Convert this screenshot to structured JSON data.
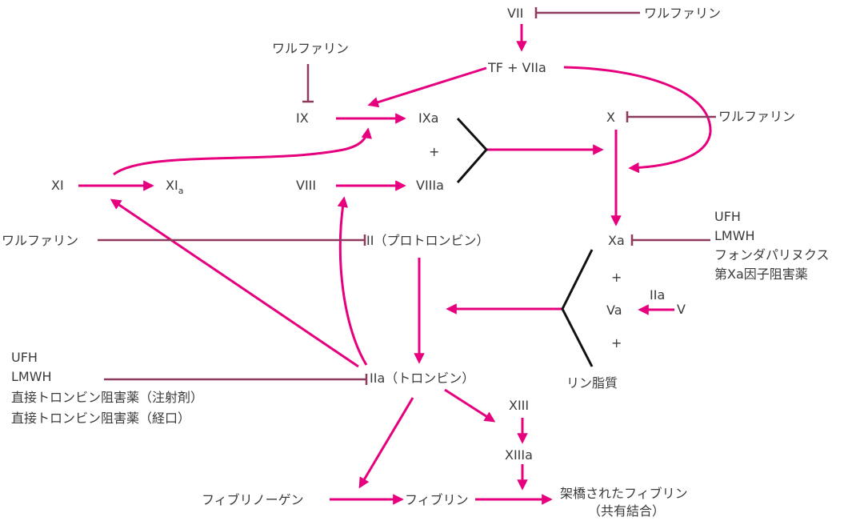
{
  "nodes": {
    "VII": "VII",
    "TF_VIIa": "TF + VIIa",
    "IX": "IX",
    "IXa": "IXa",
    "plus1": "+",
    "VIIIa": "VIIIa",
    "VIII": "VIII",
    "X": "X",
    "XI": "XI",
    "XIa_main": "XI",
    "XIa_sub": "a",
    "prothrombin": "II（プロトロンビン）",
    "Xa": "Xa",
    "plus2": "+",
    "Va": "Va",
    "IIa_small": "IIa",
    "V": "V",
    "plus3": "+",
    "phospholipid": "リン脂質",
    "thrombin": "IIa（トロンビン）",
    "XIII": "XIII",
    "XIIIa": "XIIIa",
    "fibrinogen": "フィブリノーゲン",
    "fibrin": "フィブリン",
    "crosslinked_1": "架橋されたフィブリン",
    "crosslinked_2": "（共有結合）"
  },
  "inhibitors": {
    "warfarin_VII": "ワルファリン",
    "warfarin_IX": "ワルファリン",
    "warfarin_X": "ワルファリン",
    "warfarin_II": "ワルファリン",
    "xa_inhibitors": [
      "UFH",
      "LMWH",
      "フォンダパリヌクス",
      "第Xa因子阻害薬"
    ],
    "thrombin_inhibitors": [
      "UFH",
      "LMWH",
      "直接トロンビン阻害薬（注射剤）",
      "直接トロンビン阻害薬（経口）"
    ]
  },
  "colors": {
    "activation_arrow": "#e6007e",
    "inhibition_line": "#8e3a5e",
    "complex_bracket": "#111111",
    "label_text": "#3a3a3a"
  }
}
